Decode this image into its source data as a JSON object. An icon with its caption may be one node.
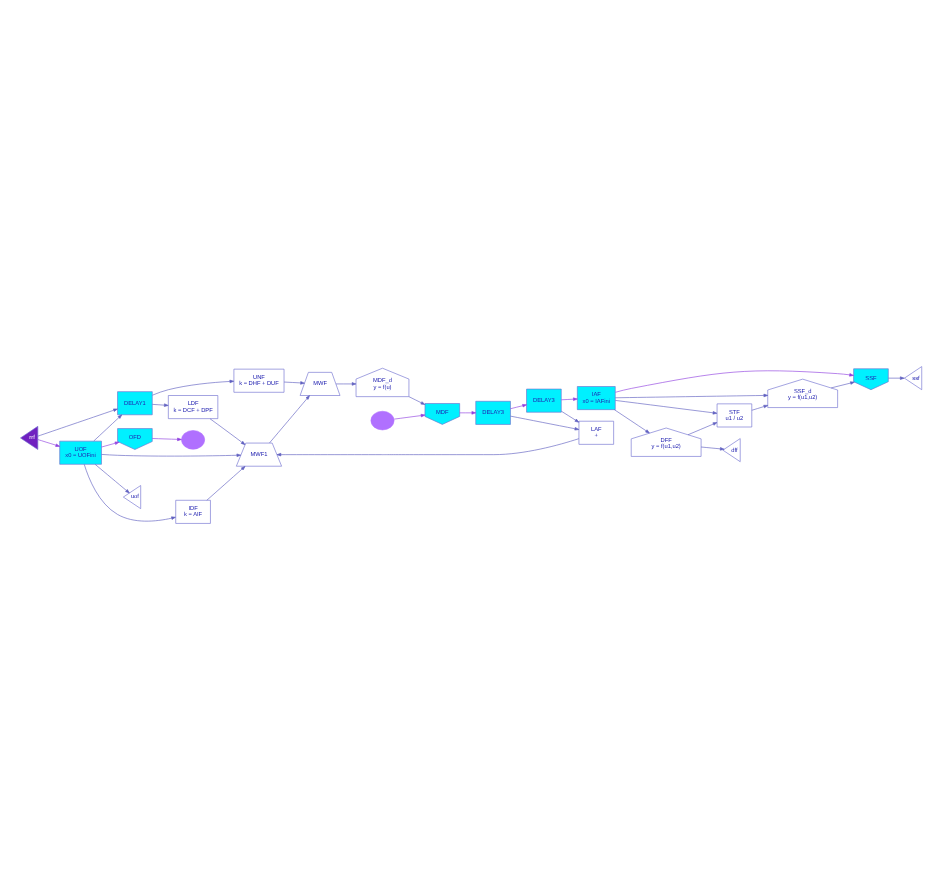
{
  "diagram": {
    "nodes": [
      {
        "text": [],
        "shape": "cloud"
      },
      {
        "text": [
          "OFD"
        ]
      },
      {
        "text": [
          "UOF",
          "x0 = UOFini"
        ]
      },
      {
        "text": [
          "rrf"
        ]
      },
      {
        "text": [
          "IDF",
          "k = AIF"
        ]
      },
      {
        "text": [
          "LDF",
          "k = DCF + DPF"
        ]
      },
      {
        "text": [
          "DELAY1"
        ]
      },
      {
        "text": [
          "uof"
        ]
      },
      {
        "text": [
          "MWF1"
        ]
      },
      {
        "text": [
          "LAF",
          "+"
        ]
      },
      {
        "text": [
          "UNF",
          "k = DHF + DUF"
        ]
      },
      {
        "text": [
          "MWF"
        ]
      },
      {
        "text": [],
        "shape": "cloud"
      },
      {
        "text": [
          "MDF"
        ]
      },
      {
        "text": [
          "DELAY3"
        ]
      },
      {
        "text": [
          "DELAY3"
        ]
      },
      {
        "text": [
          "IAF",
          "x0 = IAFini"
        ]
      },
      {
        "text": [
          "SSF"
        ]
      },
      {
        "text": [
          "ssf"
        ]
      },
      {
        "text": [
          "MDF_d",
          "y = f(u)"
        ]
      },
      {
        "text": [
          "SSF_d",
          "y = f(u1,u2)"
        ]
      },
      {
        "text": [
          "dff"
        ]
      },
      {
        "text": [
          "STF",
          "u1 / u2"
        ]
      },
      {
        "text": [
          "DFF",
          "y = f(u1,u2)"
        ]
      }
    ],
    "edges": [
      {
        "from": 1,
        "to": 0,
        "arrow": "to",
        "color": "#9040e0"
      },
      {
        "from": 2,
        "to": 1,
        "arrow": "to",
        "color": "#9040e0"
      },
      {
        "from": 3,
        "to": 2,
        "arrow": "to",
        "color": "#9040e0"
      },
      {
        "from": 3,
        "to": 6,
        "arrow": "to"
      },
      {
        "from": 2,
        "to": 4,
        "arrow": "to"
      },
      {
        "from": 2,
        "to": 6,
        "arrow": "to"
      },
      {
        "from": 2,
        "to": 7,
        "arrow": "to"
      },
      {
        "from": 2,
        "to": 8,
        "arrow": "to"
      },
      {
        "from": 6,
        "to": 5,
        "arrow": "to"
      },
      {
        "from": 6,
        "to": 10,
        "arrow": "to"
      },
      {
        "from": 4,
        "to": 8,
        "arrow": "to"
      },
      {
        "from": 5,
        "to": 8,
        "arrow": "to"
      },
      {
        "from": 10,
        "to": 11,
        "arrow": "to"
      },
      {
        "from": 9,
        "to": 8,
        "arrow": "to"
      },
      {
        "from": 8,
        "to": 11,
        "arrow": "to"
      },
      {
        "from": 11,
        "to": 19,
        "arrow": "to"
      },
      {
        "from": 19,
        "to": 13,
        "arrow": "to"
      },
      {
        "from": 12,
        "to": 13,
        "arrow": "to",
        "color": "#9040e0"
      },
      {
        "from": 13,
        "to": 14,
        "arrow": "to",
        "color": "#9040e0"
      },
      {
        "from": 14,
        "to": 15,
        "arrow": "to",
        "color": "#9040e0"
      },
      {
        "from": 15,
        "to": 16,
        "arrow": "to",
        "color": "#9040e0"
      },
      {
        "from": 16,
        "to": 17,
        "arrow": "to",
        "color": "#9040e0"
      },
      {
        "from": 17,
        "to": 18,
        "arrow": "to"
      },
      {
        "from": 14,
        "to": 9,
        "arrow": "to"
      },
      {
        "from": 15,
        "to": 9,
        "arrow": "to"
      },
      {
        "from": 16,
        "to": 20,
        "arrow": "to"
      },
      {
        "from": 16,
        "to": 22,
        "arrow": "to"
      },
      {
        "from": 16,
        "to": 23,
        "arrow": "to"
      },
      {
        "from": 20,
        "to": 17,
        "arrow": "to"
      },
      {
        "from": 22,
        "to": 20,
        "arrow": "to"
      },
      {
        "from": 23,
        "to": 22,
        "arrow": "to"
      },
      {
        "from": 23,
        "to": 21,
        "arrow": "to"
      }
    ]
  }
}
